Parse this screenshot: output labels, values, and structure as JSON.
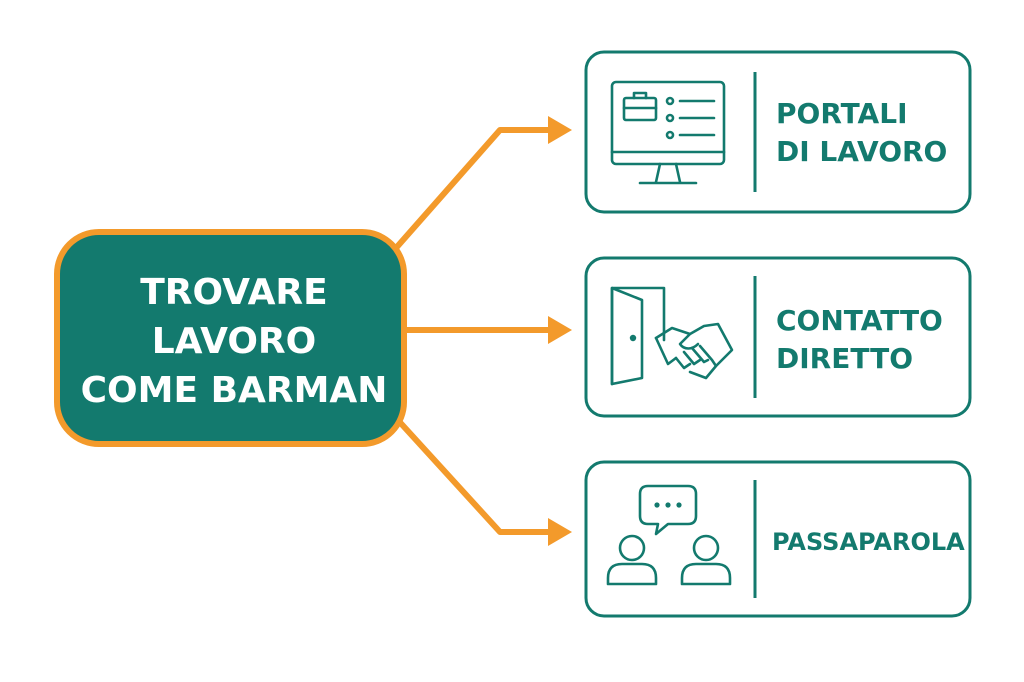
{
  "central_node": {
    "lines": [
      "TROVARE",
      "LAVORO",
      "COME BARMAN"
    ]
  },
  "branches": [
    {
      "lines": [
        "PORTALI",
        "DI LAVORO"
      ],
      "icon": "job-portal-monitor-icon"
    },
    {
      "lines": [
        "CONTATTO",
        "DIRETTO"
      ],
      "icon": "door-handshake-icon"
    },
    {
      "lines": [
        "PASSAPAROLA"
      ],
      "icon": "people-conversation-icon"
    }
  ],
  "colors": {
    "teal": "#137a6e",
    "orange": "#f39a2b",
    "white": "#ffffff"
  }
}
